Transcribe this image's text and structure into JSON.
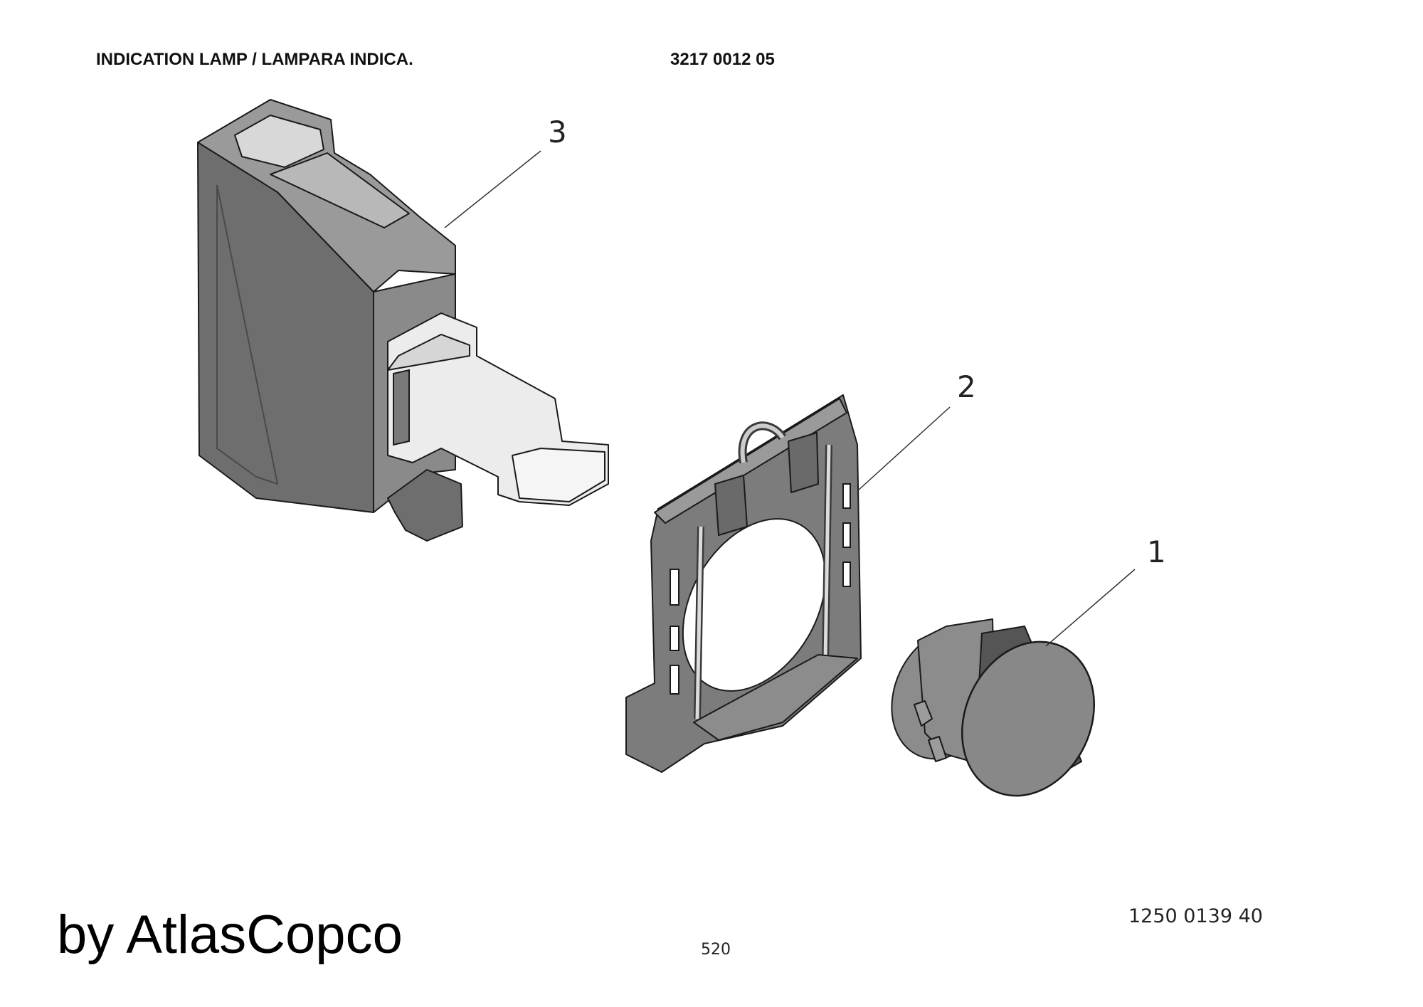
{
  "header": {
    "title": "INDICATION LAMP / LAMPARA INDICA.",
    "part_number": "3217 0012 05"
  },
  "callouts": [
    "3",
    "2",
    "1"
  ],
  "footer": {
    "brand": "by AtlasCopco",
    "document_number": "1250 0139 40",
    "page_number": "520"
  },
  "icons": [
    "lamp-block-icon",
    "mounting-collar-icon",
    "lamp-head-icon"
  ],
  "colors": {
    "dark_gray": "#6e6e6e",
    "mid_gray": "#9a9a9a",
    "light_gray": "#c4c4c4",
    "pale": "#ececec",
    "outline": "#1a1a1a"
  }
}
